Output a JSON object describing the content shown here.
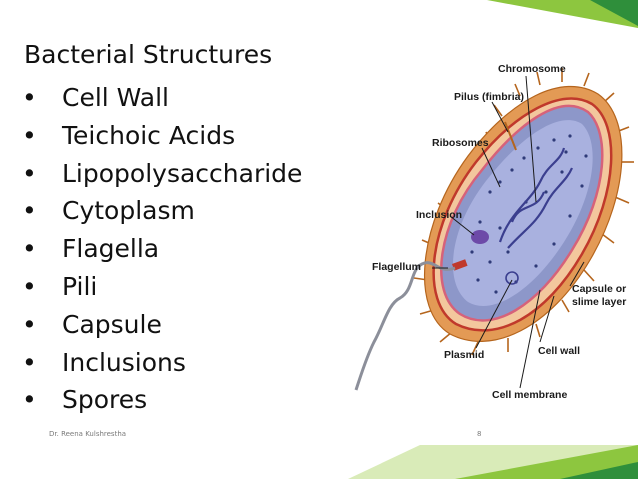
{
  "slide": {
    "title": "Bacterial Structures",
    "bullet_glyph": "•",
    "bullets": [
      "Cell Wall",
      "Teichoic Acids",
      "Lipopolysaccharide",
      "Cytoplasm",
      "Flagella",
      "Pili",
      "Capsule",
      "Inclusions",
      "Spores"
    ],
    "footer_author": "Dr. Reena Kulshrestha",
    "page_number": "8",
    "accent_color": "#8dc63f"
  },
  "diagram": {
    "labels": {
      "chromosome": "Chromosome",
      "pilus_line1": "Pilus (fimbria)",
      "ribosomes": "Ribosomes",
      "inclusion": "Inclusion",
      "flagellum": "Flagellum",
      "capsule_line1": "Capsule or",
      "capsule_line2": "slime layer",
      "plasmid": "Plasmid",
      "cell_wall": "Cell wall",
      "cell_membrane": "Cell membrane"
    }
  }
}
